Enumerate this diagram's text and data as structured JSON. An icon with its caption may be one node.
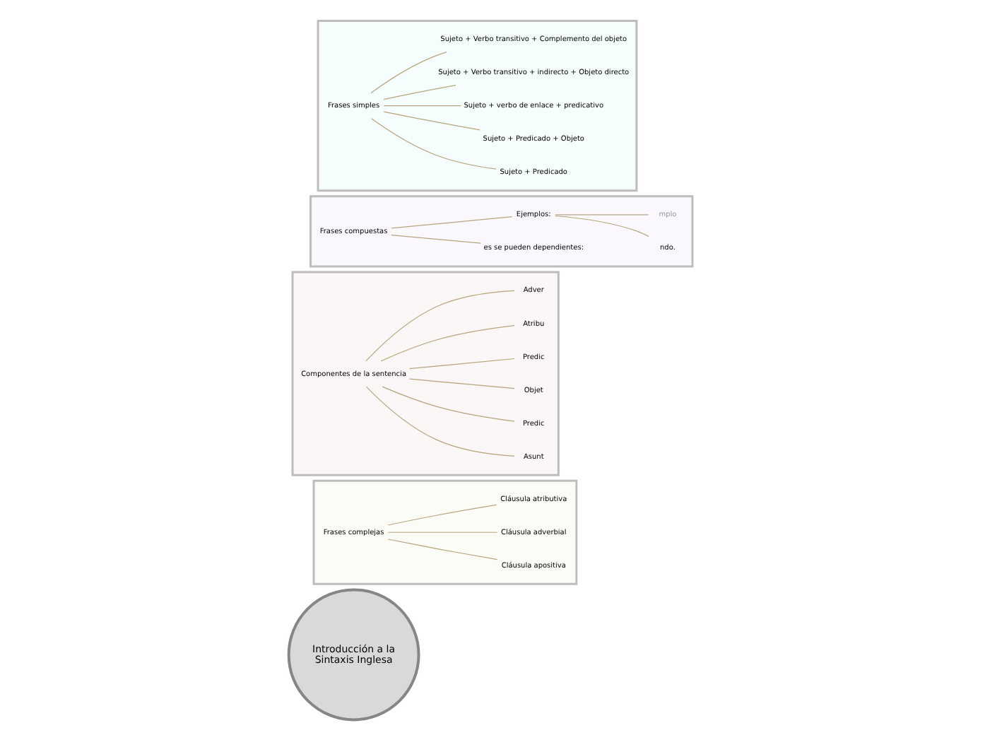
{
  "diagram": {
    "nodes": [
      {
        "text": [
          "Introducción a la Sintaxis Inglesa"
        ]
      },
      {
        "text": [],
        "shape": "box"
      },
      {
        "text": [
          "Frases complejas"
        ],
        "in": 1
      },
      {
        "text": [
          "Cláusula apositiva"
        ],
        "in": 1
      },
      {
        "text": [
          "Cláusula adverbial"
        ],
        "in": 1
      },
      {
        "text": [
          "Cláusula atributiva"
        ],
        "in": 1
      },
      {
        "text": [],
        "shape": "box"
      },
      {
        "text": [
          "Componentes de la sentencia"
        ],
        "in": 6
      },
      {
        "text": [
          "Asunt"
        ],
        "in": 6
      },
      {
        "text": [
          "Predic"
        ],
        "in": 6
      },
      {
        "text": [
          "Objet"
        ],
        "in": 6
      },
      {
        "text": [
          "Predic"
        ],
        "in": 6
      },
      {
        "text": [
          "Atribu"
        ],
        "in": 6
      },
      {
        "text": [
          "Adver"
        ],
        "in": 6
      },
      {
        "text": [],
        "shape": "box"
      },
      {
        "text": [
          "es se pueden dependientes:"
        ],
        "in": 14
      },
      {
        "text": [
          "Frases compuestas"
        ],
        "in": 14
      },
      {
        "text": [
          "Ejemplos:"
        ],
        "in": 14
      },
      {
        "text": [
          "ndo."
        ],
        "in": 14
      },
      {
        "text": [
          "mplo"
        ],
        "in": 14
      },
      {
        "text": [],
        "shape": "box"
      },
      {
        "text": [
          "Frases simples"
        ],
        "in": 20
      },
      {
        "text": [
          "Sujeto + Predicado"
        ],
        "in": 20
      },
      {
        "text": [
          "Sujeto + Predicado + Objeto"
        ],
        "in": 20
      },
      {
        "text": [
          "Sujeto + verbo de enlace + predicativo"
        ],
        "in": 20
      },
      {
        "text": [
          "Sujeto + Verbo transitivo + indirecto + Objeto directo"
        ],
        "in": 20
      },
      {
        "text": [
          "Sujeto + Verbo transitivo + Complemento del objeto"
        ],
        "in": 20
      }
    ],
    "edges": [
      {
        "from": 2,
        "to": 3,
        "arrow": "none"
      },
      {
        "from": 2,
        "to": 4,
        "arrow": "none"
      },
      {
        "from": 2,
        "to": 5,
        "arrow": "none"
      },
      {
        "from": 7,
        "to": 8,
        "arrow": "none"
      },
      {
        "from": 7,
        "to": 9,
        "arrow": "none"
      },
      {
        "from": 7,
        "to": 10,
        "arrow": "none"
      },
      {
        "from": 7,
        "to": 11,
        "arrow": "none"
      },
      {
        "from": 7,
        "to": 12,
        "arrow": "none"
      },
      {
        "from": 7,
        "to": 13,
        "arrow": "none"
      },
      {
        "from": 16,
        "to": 15,
        "arrow": "none"
      },
      {
        "from": 16,
        "to": 17,
        "arrow": "none"
      },
      {
        "from": 17,
        "to": 18,
        "arrow": "none"
      },
      {
        "from": 17,
        "to": 19,
        "arrow": "none"
      },
      {
        "from": 21,
        "to": 22,
        "arrow": "none"
      },
      {
        "from": 21,
        "to": 23,
        "arrow": "none"
      },
      {
        "from": 21,
        "to": 24,
        "arrow": "none"
      },
      {
        "from": 21,
        "to": 25,
        "arrow": "none"
      },
      {
        "from": 21,
        "to": 26,
        "arrow": "none"
      }
    ]
  }
}
